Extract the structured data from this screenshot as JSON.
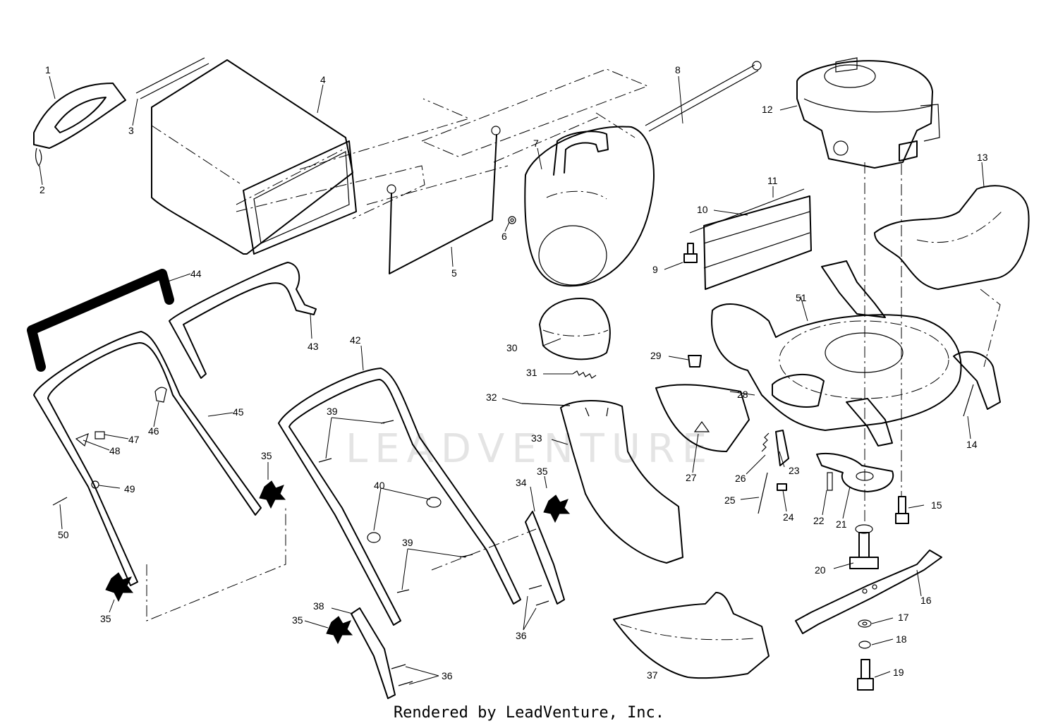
{
  "watermark": "LEADVENTURE",
  "footer": "Rendered by LeadVenture, Inc.",
  "callouts": {
    "c1": "1",
    "c2": "2",
    "c3": "3",
    "c4": "4",
    "c5": "5",
    "c6": "6",
    "c7": "7",
    "c8": "8",
    "c9": "9",
    "c10": "10",
    "c11": "11",
    "c12": "12",
    "c13": "13",
    "c14": "14",
    "c15": "15",
    "c16": "16",
    "c17": "17",
    "c18": "18",
    "c19": "19",
    "c20": "20",
    "c21": "21",
    "c22": "22",
    "c23": "23",
    "c24": "24",
    "c25": "25",
    "c26": "26",
    "c27": "27",
    "c28": "28",
    "c29": "29",
    "c30": "30",
    "c31": "31",
    "c32": "32",
    "c33": "33",
    "c34": "34",
    "c35a": "35",
    "c35b": "35",
    "c35c": "35",
    "c35d": "35",
    "c36a": "36",
    "c36b": "36",
    "c37": "37",
    "c38": "38",
    "c39a": "39",
    "c39b": "39",
    "c40": "40",
    "c42": "42",
    "c43": "43",
    "c44": "44",
    "c45": "45",
    "c46": "46",
    "c47": "47",
    "c48": "48",
    "c49": "49",
    "c50": "50",
    "c51": "51"
  }
}
